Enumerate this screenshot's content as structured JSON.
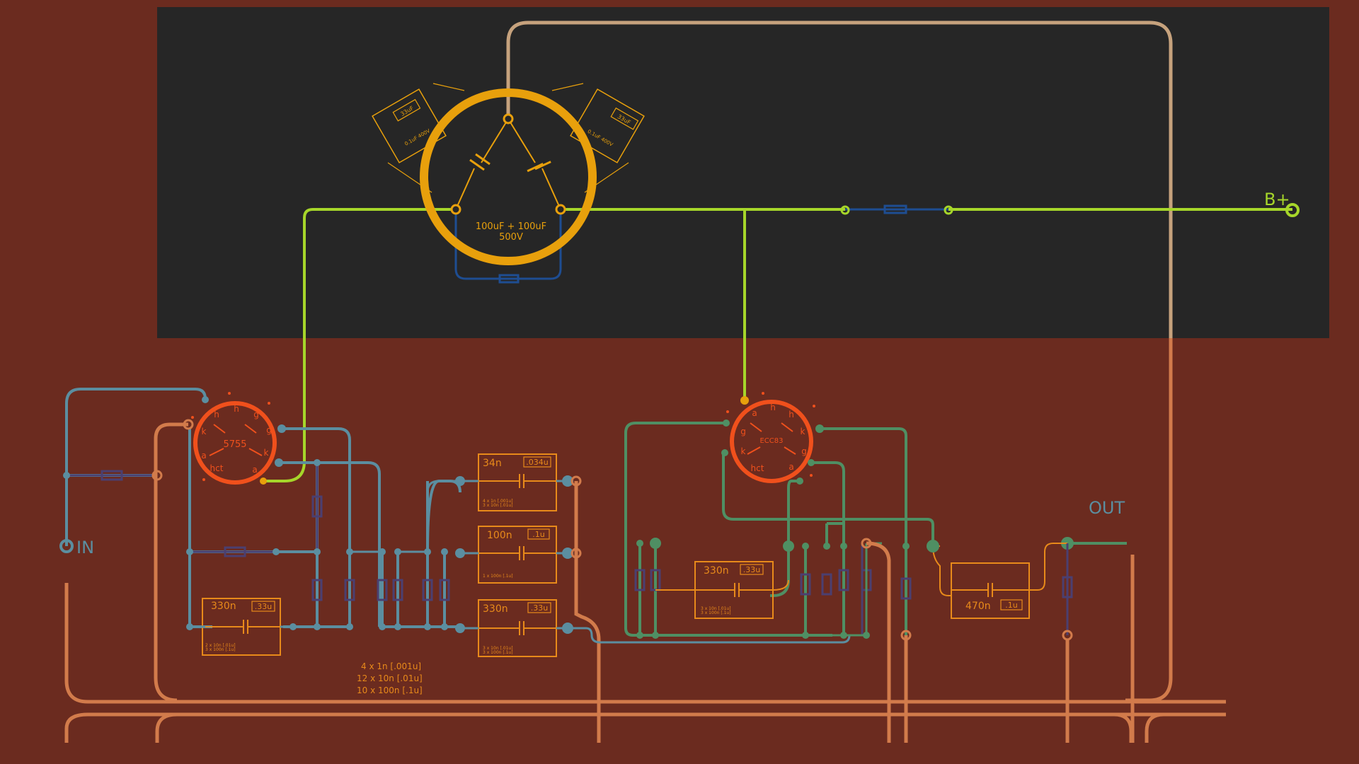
{
  "labels": {
    "in": "IN",
    "out": "OUT",
    "bplus": "B+",
    "filter_cap_value": "100uF + 100uF",
    "filter_cap_voltage": "500V"
  },
  "tubes": {
    "v1": {
      "type": "5755",
      "pins": [
        "h",
        "h",
        "g",
        "k",
        "a",
        "hct",
        "a",
        "k",
        "g"
      ]
    },
    "v2": {
      "type": "ECC83",
      "pins": [
        "a",
        "h",
        "h",
        "k",
        "g",
        "a",
        "hct",
        "k",
        "g"
      ]
    }
  },
  "can_caps": {
    "left_box": "33uF",
    "left_text": "0.1uF 400V",
    "right_box": "33uF",
    "right_text": "0.1uF 400V"
  },
  "caps": [
    {
      "id": "c1",
      "value": "330n",
      "code": ".33u",
      "notes": [
        "2 x 10n  [.01u]",
        "3 x 100n  [.1u]"
      ]
    },
    {
      "id": "c2",
      "value": "34n",
      "code": ".034u",
      "notes": [
        "4 x 1n  [.001u]",
        "3 x 10n  [.01u]"
      ]
    },
    {
      "id": "c3",
      "value": "100n",
      "code": ".1u",
      "notes": [
        "1 x 100n  [.1u]"
      ]
    },
    {
      "id": "c4",
      "value": "330n",
      "code": ".33u",
      "notes": [
        "3 x 10n  [.01u]",
        "3 x 100n  [.1u]"
      ]
    },
    {
      "id": "c5",
      "value": "330n",
      "code": ".33u",
      "notes": [
        "3 x 10n  [.01u]",
        "3 x 100n  [.1u]"
      ]
    },
    {
      "id": "c6",
      "value": "470n",
      "code": ".1u",
      "notes": []
    }
  ],
  "bom": [
    "4  x  1n    [.001u]",
    "12  x  10n    [.01u]",
    "10  x  100n    [.1u]"
  ],
  "colors": {
    "background": "#6b2b1f",
    "panel": "#262626",
    "power": "#a6d62a",
    "blue_wire": "#5b8ea0",
    "green_wire": "#4f8f63",
    "orange_wire": "#d27b4b",
    "tube": "#f0501c",
    "component": "#e88a1a",
    "filter": "#e8a00c",
    "top_wire": "#c6a27d",
    "resistor": "#4b3f70",
    "dark_blue": "#1e4d92"
  }
}
